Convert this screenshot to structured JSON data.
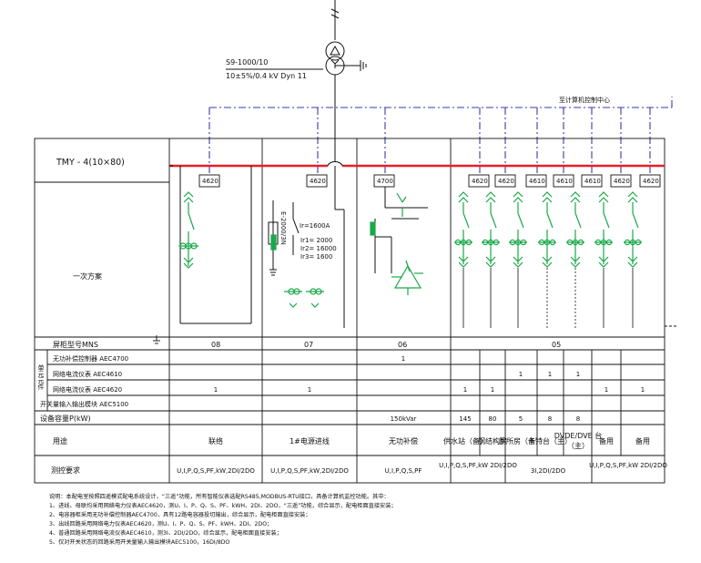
{
  "transformer": {
    "model": "S9-1000/10",
    "ratio": "10±5%/0.4 kV Dyn 11"
  },
  "to_computer_center": "至计算机控制中心",
  "busbar_label": "TMY - 4(10×80)",
  "scheme_label": "一次方案",
  "meter_boxes": [
    "4620",
    "4620",
    "4700",
    "4620",
    "4620",
    "4610",
    "4610",
    "4610",
    "4620",
    "4620"
  ],
  "breaker_labels": {
    "model": "E-2000/3N",
    "ir": "Ir=1600A",
    "settings": [
      "Ir1= 2000",
      "Ir2= 16000",
      "Ir3= 1600"
    ]
  },
  "table": {
    "cabinet_model_label": "屏柜型号MNS",
    "cabinet_numbers": [
      "08",
      "07",
      "06",
      "05"
    ],
    "unit_components_label": "单元元件",
    "components": [
      {
        "name": "无功补偿控制器 AEC4700",
        "values": [
          "",
          "",
          "1",
          "",
          "",
          "",
          "",
          "",
          "",
          ""
        ]
      },
      {
        "name": "网络电流仪表 AEC4610",
        "values": [
          "",
          "",
          "",
          "",
          "",
          "1",
          "1",
          "1",
          "",
          ""
        ]
      },
      {
        "name": "网络电流仪表 AEC4620",
        "values": [
          "1",
          "1",
          "",
          "1",
          "1",
          "",
          "",
          "",
          "1",
          "1"
        ]
      },
      {
        "name": "开关量输入输出模块 AEC5100",
        "values": [
          "",
          "",
          "",
          "",
          "",
          "",
          "",
          "",
          "",
          ""
        ]
      }
    ],
    "capacity_label": "设备容量P(kW)",
    "capacity_values": [
      "",
      "",
      "150kVar",
      "145",
      "80",
      "5",
      "8",
      "8",
      "",
      ""
    ],
    "usage_label": "用途",
    "usage_values": [
      "联络",
      "1#电源进线",
      "无功补偿",
      "供水站（备）",
      "钢结构房",
      "厕所房（备）",
      "卡特台（主）",
      "DVDE/DVE 台（主）",
      "备用",
      "备用"
    ],
    "measure_label": "测控要求",
    "measure_values": [
      "U,I,P,Q,S,PF,kW,2DI/2DO",
      "U,I,P,Q,S,PF,kW,2DI/2DO",
      "U,I,P,Q,S,PF",
      "U,I,P,Q,S,PF,kW 2DI/2DO",
      "3I,2DI/2DO",
      "U,I,P,Q,S,PF,kW 2DI/2DO"
    ]
  },
  "notes": [
    "说明：本配电室按照四遥模式配电系统设计，“三遥”功能，所有智能仪表选配RS485,MODBUS-RTU接口，具备计算机监控功能。其中：",
    "1、进线、母联均采用网络电力仪表AEC4620，测U、I、P、Q、S、PF、kWH、2DI、2DO，“三遥”功能，综合显示，配电柜面直接安装；",
    "2、电容器柜采用无功补偿控制器AEC4700，具有12路电容器投切输出，综合显示，配电柜面直接安装；",
    "3、出线回路采用网络电力仪表AEC4620，测U、I、P、Q、S、PF、kWH、2DI、2DO；",
    "4、普通回路采用网络电流仪表AEC4610，测3I、2DI/2DO，综合显示，配电柜面直接安装；",
    "5、仅对开关状态的回路采用开关量输入输出模块AEC5100，16DI/8DO"
  ],
  "colors": {
    "busbar": "#e4202a",
    "bus_green": "#1aa84a",
    "comm_blue": "#3a3aa8"
  }
}
